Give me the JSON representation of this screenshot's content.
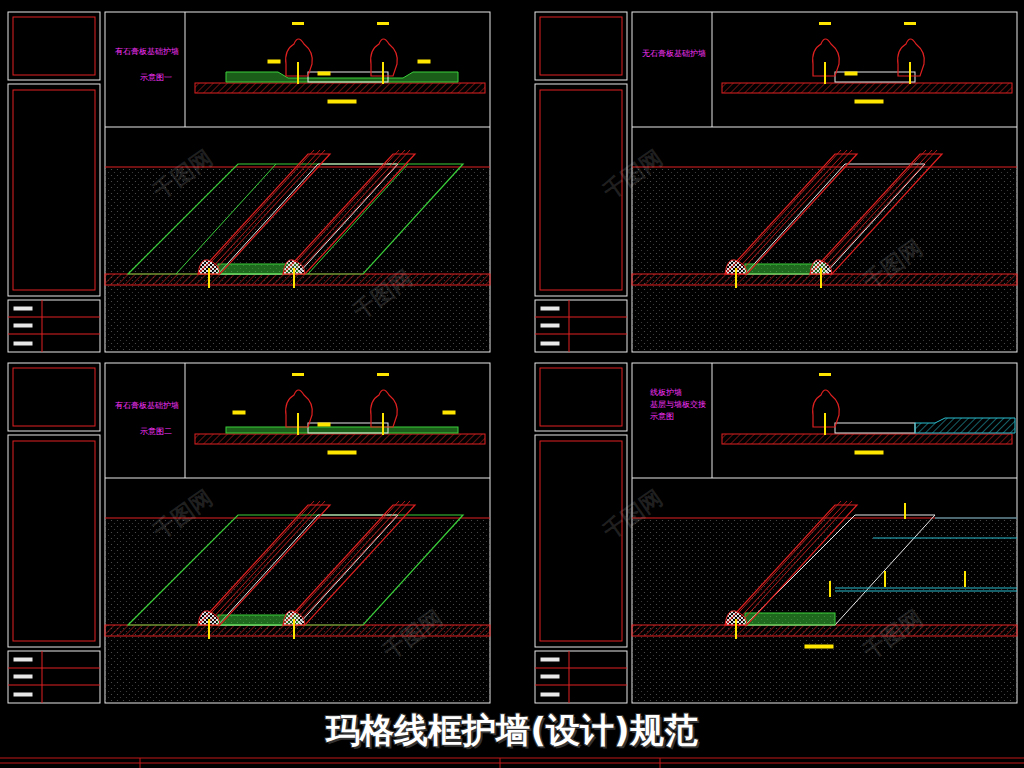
{
  "diagram": {
    "title": "玛格线框护墙(设计)规范",
    "labels": [
      "有石膏板基础护墙",
      "示意图一",
      "无石膏板基础护墙",
      "有石膏板基础护墙",
      "示意图二",
      "线板护墙",
      "基层与墙板交接",
      "示意图",
      "千图网",
      "千图网",
      "千图网",
      "千图网",
      "千图网",
      "千图网",
      "千图网",
      "千图网"
    ]
  }
}
